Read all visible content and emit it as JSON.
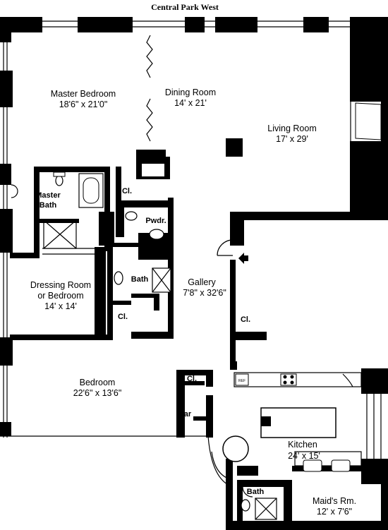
{
  "street": "Central Park West",
  "rooms": {
    "master_bedroom": {
      "name": "Master Bedroom",
      "size": "18'6\" x 21'0\""
    },
    "dining_room": {
      "name": "Dining Room",
      "size": "14' x 21'"
    },
    "living_room": {
      "name": "Living Room",
      "size": "17' x 29'"
    },
    "master_bath": {
      "name_line1": "Master",
      "name_line2": "Bath"
    },
    "closet_master": {
      "name": "Cl."
    },
    "powder_room": {
      "name": "Pwdr."
    },
    "bath_center": {
      "name": "Bath"
    },
    "dressing_room": {
      "name_line1": "Dressing Room",
      "name_line2": "or Bedroom",
      "size": "14' x 14'"
    },
    "gallery": {
      "name": "Gallery",
      "size": "7'8\" x 32'6\""
    },
    "closet_bath": {
      "name": "Cl."
    },
    "closet_gallery": {
      "name": "Cl."
    },
    "bedroom": {
      "name": "Bedroom",
      "size": "22'6\" x 13'6\""
    },
    "closet_bedroom": {
      "name": "Cl."
    },
    "bar": {
      "name": "Bar"
    },
    "kitchen": {
      "name": "Kitchen",
      "size": "24' x 15'"
    },
    "maids_bath": {
      "name": "Bath"
    },
    "maids_room": {
      "name": "Maid's Rm.",
      "size": "12' x 7'6\""
    }
  },
  "appliance_label": "REF"
}
